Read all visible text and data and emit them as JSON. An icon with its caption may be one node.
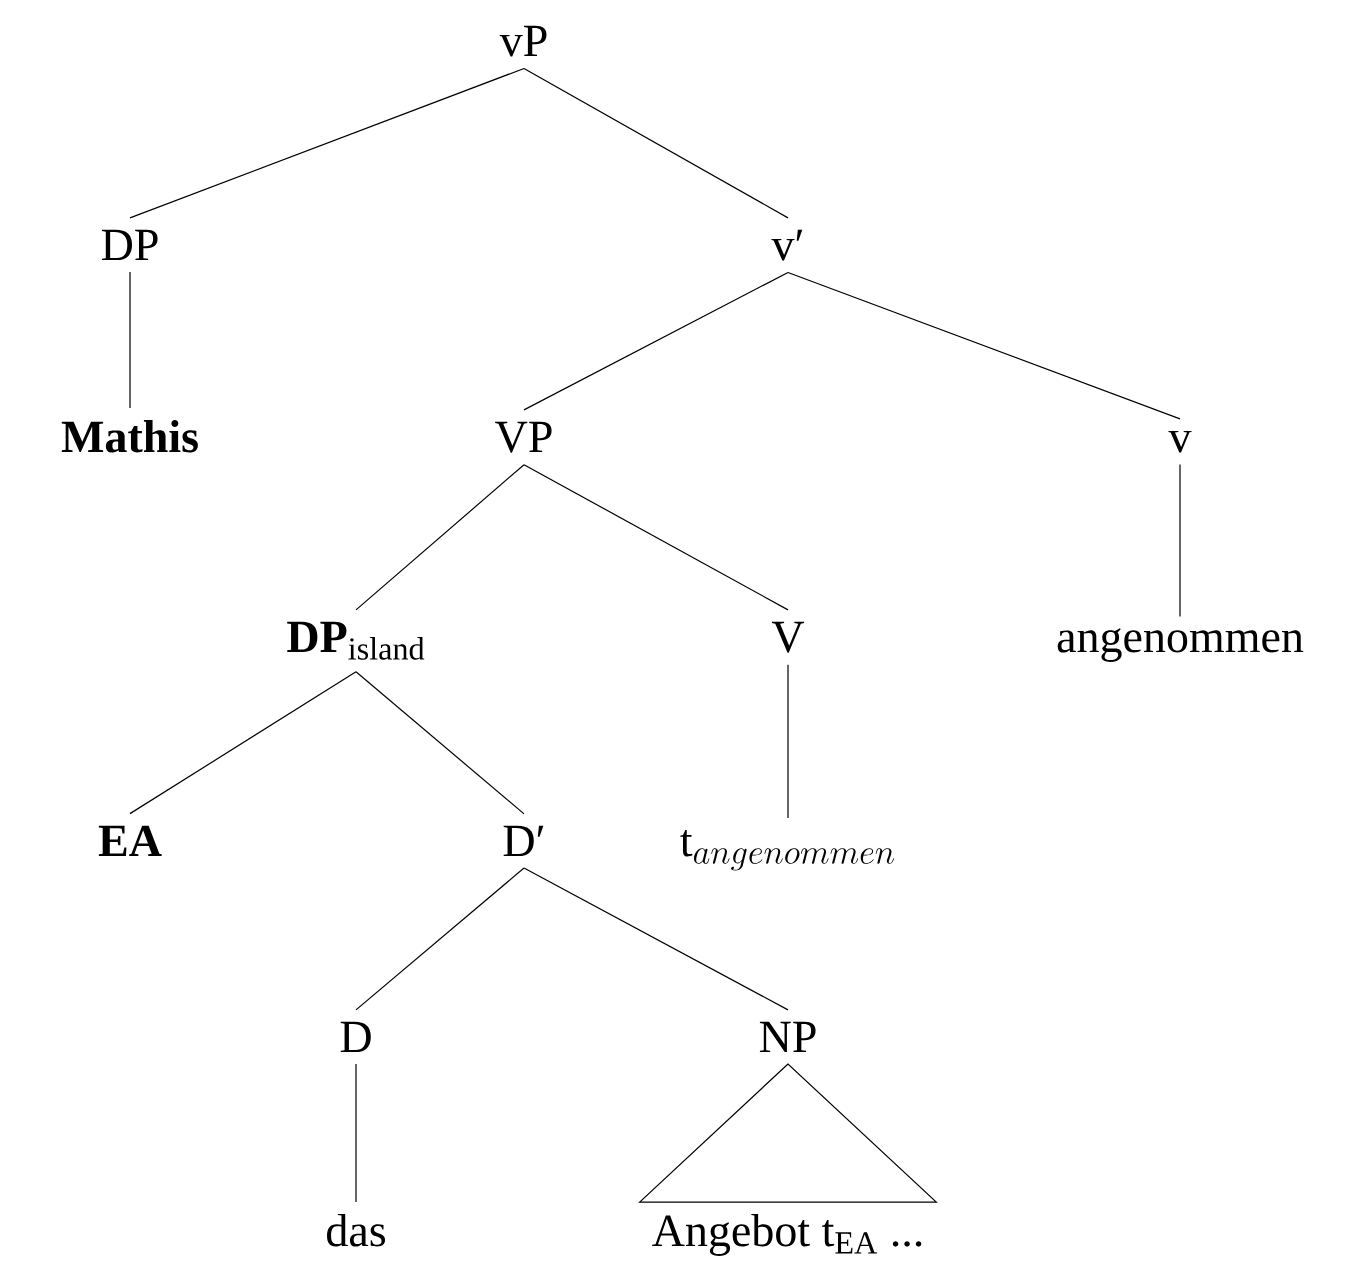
{
  "diagram": {
    "nodes": [
      {
        "text": [
          "vP"
        ]
      },
      {
        "text": [
          "DP"
        ]
      },
      {
        "text": [
          "v′"
        ]
      },
      {
        "text": [
          "**Mathis**"
        ]
      },
      {
        "text": [
          "VP"
        ]
      },
      {
        "text": [
          "v"
        ]
      },
      {
        "text": [
          "**DP**$_{island}$"
        ]
      },
      {
        "text": [
          "V"
        ]
      },
      {
        "text": [
          "angenommen"
        ]
      },
      {
        "text": [
          "**EA**"
        ]
      },
      {
        "text": [
          "D′"
        ]
      },
      {
        "text": [
          "\\mathrm{t}_{angenommen}"
        ]
      },
      {
        "text": [
          "D"
        ]
      },
      {
        "text": [
          "NP"
        ]
      },
      {
        "text": [
          "das"
        ]
      },
      {
        "text": [
          "Angebot t$_{EA}$ ..."
        ]
      }
    ],
    "edges": [
      {
        "from": 0,
        "to": 1,
        "arrow": "none"
      },
      {
        "from": 0,
        "to": 2,
        "arrow": "none"
      },
      {
        "from": 1,
        "to": 3,
        "arrow": "none"
      },
      {
        "from": 2,
        "to": 4,
        "arrow": "none"
      },
      {
        "from": 2,
        "to": 5,
        "arrow": "none"
      },
      {
        "from": 4,
        "to": 6,
        "arrow": "none"
      },
      {
        "from": 4,
        "to": 7,
        "arrow": "none"
      },
      {
        "from": 5,
        "to": 8,
        "arrow": "none"
      },
      {
        "from": 6,
        "to": 9,
        "arrow": "none"
      },
      {
        "from": 6,
        "to": 10,
        "arrow": "none"
      },
      {
        "from": 7,
        "to": 11,
        "arrow": "none"
      },
      {
        "from": 10,
        "to": 12,
        "arrow": "none"
      },
      {
        "from": 10,
        "to": 13,
        "arrow": "none"
      },
      {
        "from": 12,
        "to": 14,
        "arrow": "none"
      },
      {
        "from": 13,
        "to": 15,
        "arrow": "none"
      }
    ]
  }
}
